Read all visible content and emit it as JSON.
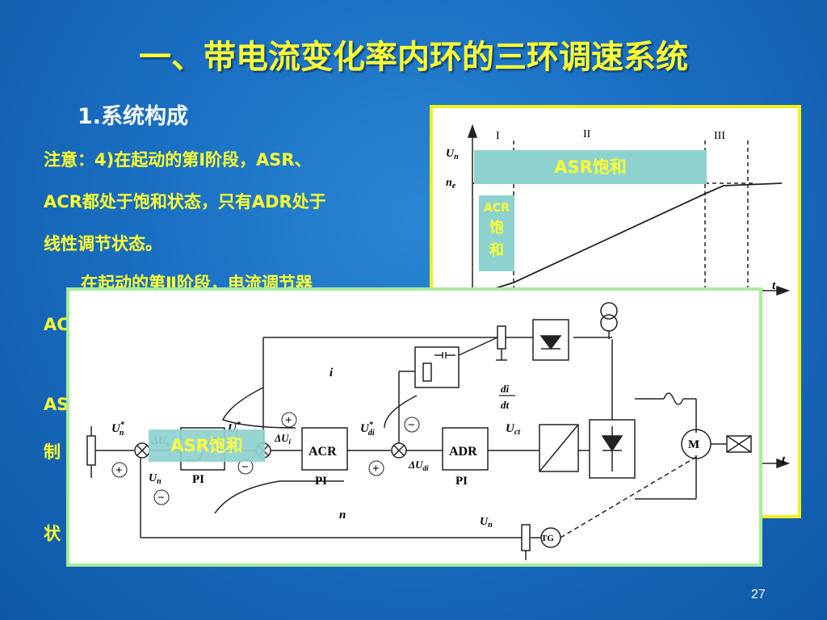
{
  "slide": {
    "title": "一、带电流变化率内环的三环调速系统",
    "subtitle": "1.系统构成",
    "lines": [
      "注意：4)在起动的第Ⅰ阶段，ASR、",
      "ACR都处于饱和状态，只有ADR处于",
      "线性调节状态。",
      "在起动的第Ⅱ阶段，电流调节器"
    ],
    "fragments": [
      "AC",
      "AS",
      "制",
      "状"
    ],
    "page_number": "27"
  },
  "graph": {
    "stage_labels": [
      "I",
      "II",
      "III"
    ],
    "axis_labels": {
      "un": "U",
      "un_sub": "n",
      "ne": "n",
      "ne_sub": "e",
      "t": "t",
      "t2": "t"
    },
    "asr_label": "ASR饱和",
    "acr_label": [
      "ACR",
      "饱",
      "和"
    ]
  },
  "diagram": {
    "blocks": {
      "acr": "ACR",
      "adr": "ADR",
      "motor": "M",
      "tg": "TG"
    },
    "pi_labels": [
      "PI",
      "PI",
      "PI"
    ],
    "signals": {
      "un_star": "U",
      "un_star_sup": "*",
      "un_star_sub": "n",
      "d_un": "ΔU",
      "d_un_sub": "n",
      "ui_star": "U",
      "ui_star_sup": "*",
      "ui_star_sub": "i",
      "d_ui": "ΔU",
      "d_ui_sub": "i",
      "udi_star": "U",
      "udi_star_sup": "*",
      "udi_star_sub": "di",
      "d_udi": "ΔU",
      "d_udi_sub": "di",
      "uct": "U",
      "uct_sub": "ct",
      "un_fb": "U",
      "un_fb_sub": "n",
      "un_tg": "U",
      "un_tg_sub": "n",
      "i": "i",
      "n": "n",
      "didt_num": "di",
      "didt_den": "dt"
    },
    "signs": {
      "plus": "+",
      "minus": "−"
    },
    "asr_sat_label": "ASR饱和"
  }
}
